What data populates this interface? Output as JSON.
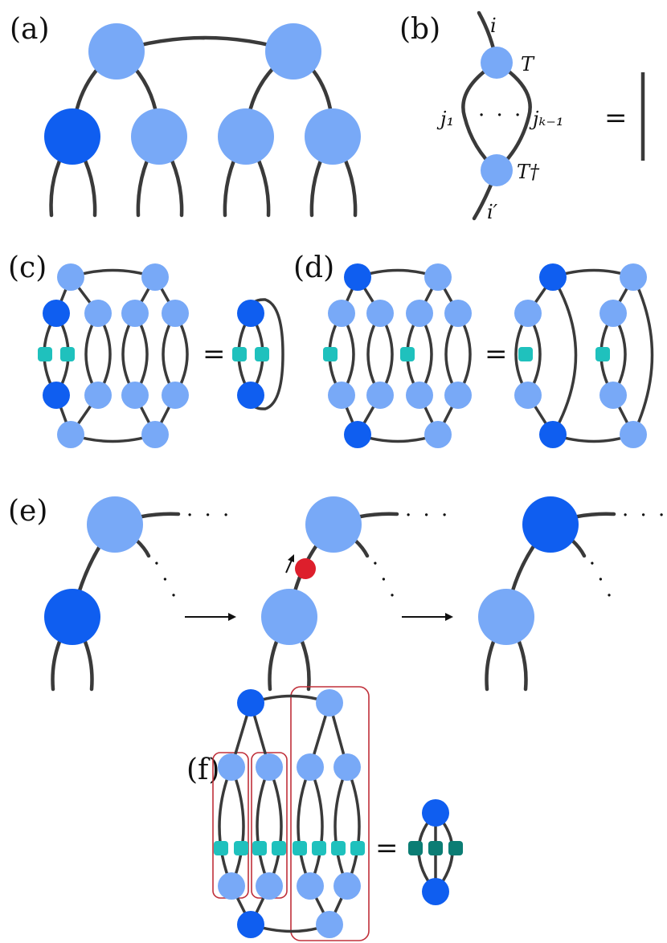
{
  "colors": {
    "light_node": "#78a9f7",
    "dark_node": "#0f5ef0",
    "teal": "#1fc1bd",
    "dark_teal": "#0b7d74",
    "red": "#dd1f2c",
    "edge": "#3a3a3a",
    "box": "#c0303a"
  },
  "panels": {
    "a": {
      "label": "(a)"
    },
    "b": {
      "label": "(b)",
      "index_top": "i",
      "index_bottom": "i′",
      "tensor_top": "T",
      "tensor_bottom": "T†",
      "j_left": "j₁",
      "j_right": "jₖ₋₁",
      "dots": "· · ·",
      "equals": "="
    },
    "c": {
      "label": "(c)",
      "equals": "="
    },
    "d": {
      "label": "(d)",
      "equals": "="
    },
    "e": {
      "label": "(e)",
      "dots": "· · ·"
    },
    "f": {
      "label": "(f)",
      "equals": "="
    }
  }
}
